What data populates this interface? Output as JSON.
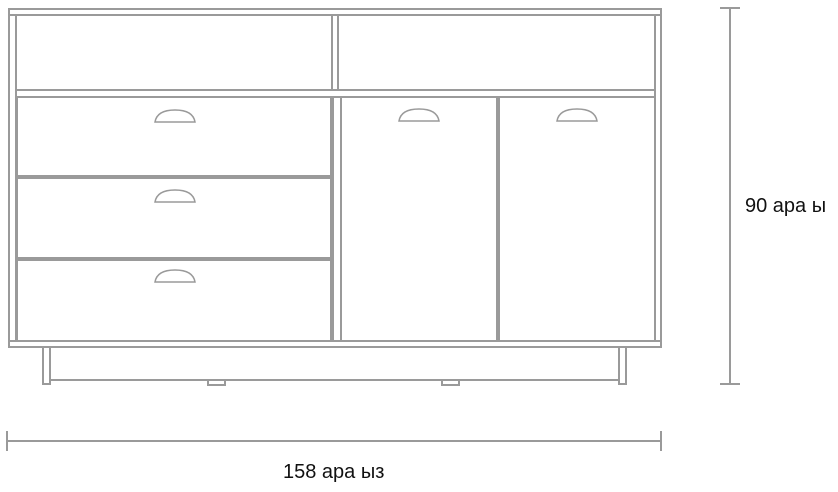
{
  "diagram": {
    "subject": "sideboard",
    "drawers": 3,
    "doors": 2,
    "top_compartments": 2,
    "line_color": "#9a9a9a"
  },
  "dimensions": {
    "height_label": "90  ара ы",
    "width_label": "158  ара ыз"
  }
}
